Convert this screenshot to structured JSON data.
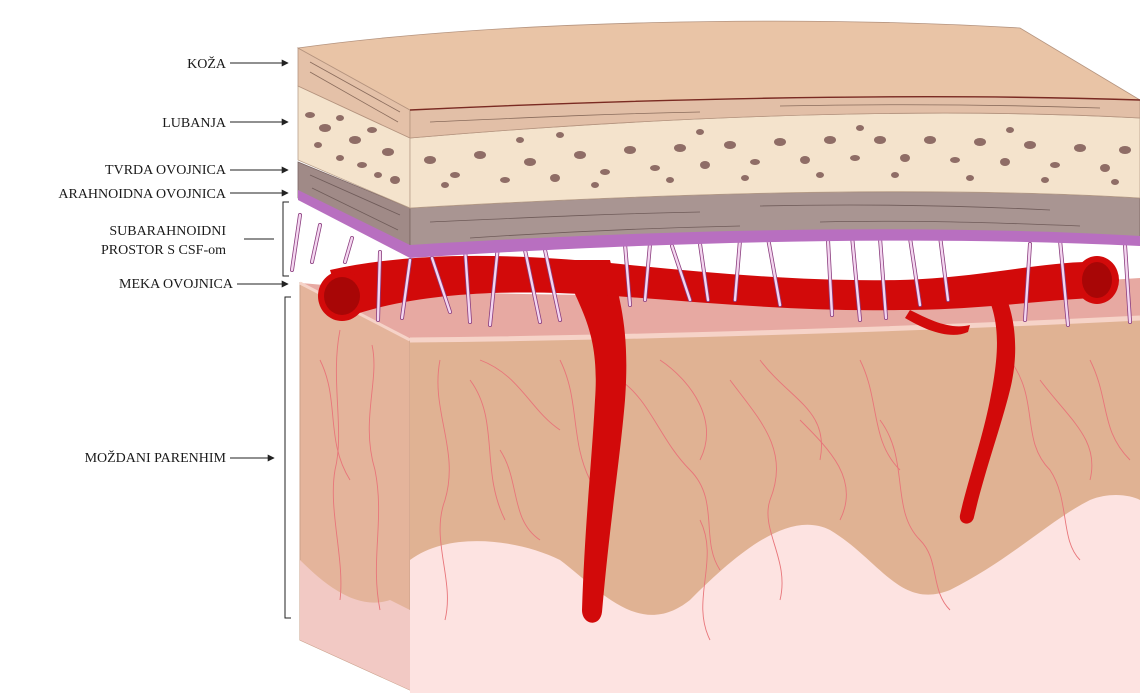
{
  "labels": {
    "koza": "KOŽA",
    "lubanja": "LUBANJA",
    "tvrda": "TVRDA OVOJNICA",
    "arahnoidna": "ARAHNOIDNA OVOJNICA",
    "subarahnoidni_1": "SUBARAHNOIDNI",
    "subarahnoidni_2": "PROSTOR S CSF-om",
    "meka": "MEKA OVOJNICA",
    "parenhim": "MOŽDANI PARENHIM"
  },
  "colors": {
    "skin": "#e9c4a6",
    "skin_side": "#e4c1a8",
    "skull": "#f4e3cc",
    "skull_spots": "#8f6d66",
    "dura": "#a48f8c",
    "arachnoid": "#b06ab8",
    "vessel": "#d20a0a",
    "vessel_dark": "#a80606",
    "trabeculae": "#f4d6f0",
    "pia": "#f6d3c8",
    "brain": "#e1b396",
    "brain_light": "#f9dcd8",
    "capillary": "#e8757a"
  }
}
